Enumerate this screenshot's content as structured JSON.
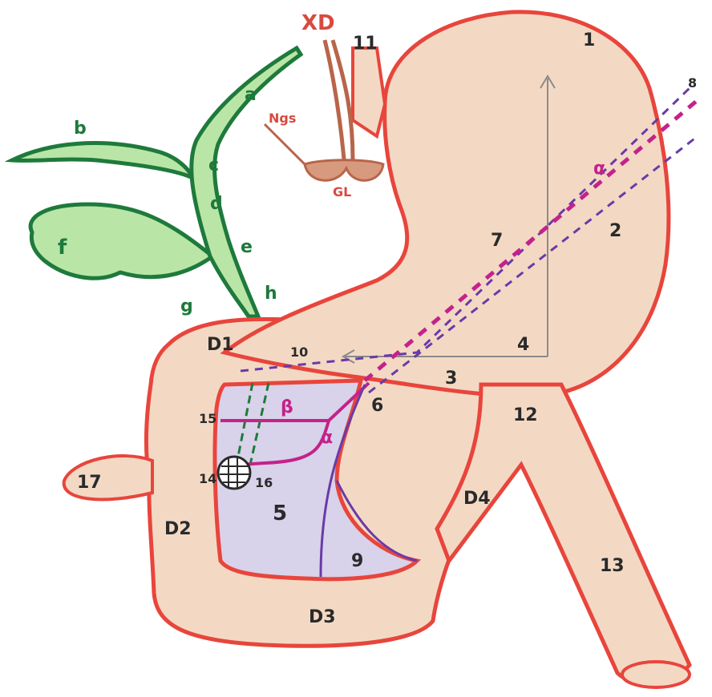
{
  "labels": {
    "n1": "1",
    "n2": "2",
    "n3": "3",
    "n4": "4",
    "n5": "5",
    "n6": "6",
    "n7": "7",
    "n8": "8",
    "n9": "9",
    "n10": "10",
    "n11": "11",
    "n12": "12",
    "n13": "13",
    "n14": "14",
    "n15": "15",
    "n16": "16",
    "n17": "17",
    "a": "a",
    "b": "b",
    "c": "c",
    "d": "d",
    "e": "e",
    "f": "f",
    "g": "g",
    "h": "h",
    "xd": "XD",
    "ngs": "Ngs",
    "gl": "GL",
    "d1": "D1",
    "d2": "D2",
    "d3": "D3",
    "d4": "D4",
    "beta": "β",
    "alpha_low": "α",
    "alpha_high": "α"
  },
  "colors": {
    "stomach_outline": "#e8453c",
    "stomach_fill": "#f3d9c4",
    "bile_duct": "#1e7a3c",
    "gallbladder_fill": "#b9e6a6",
    "pancreas_fill": "#d8d2ea",
    "vessel_magenta": "#c4228a",
    "dashed_purple": "#6a3aa8",
    "axes_gray": "#8a8a8a",
    "nerve_brown": "#b8654a"
  }
}
